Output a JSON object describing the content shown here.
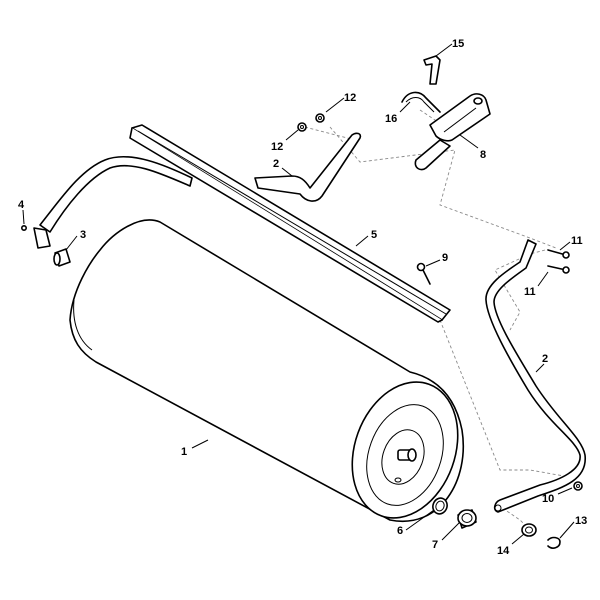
{
  "callouts": {
    "p1": "1",
    "p2a": "2",
    "p2b": "2",
    "p3": "3",
    "p4": "4",
    "p5": "5",
    "p6": "6",
    "p7": "7",
    "p8": "8",
    "p9": "9",
    "p10": "10",
    "p11a": "11",
    "p11b": "11",
    "p12a": "12",
    "p12b": "12",
    "p13": "13",
    "p14": "14",
    "p15": "15",
    "p16": "16"
  }
}
